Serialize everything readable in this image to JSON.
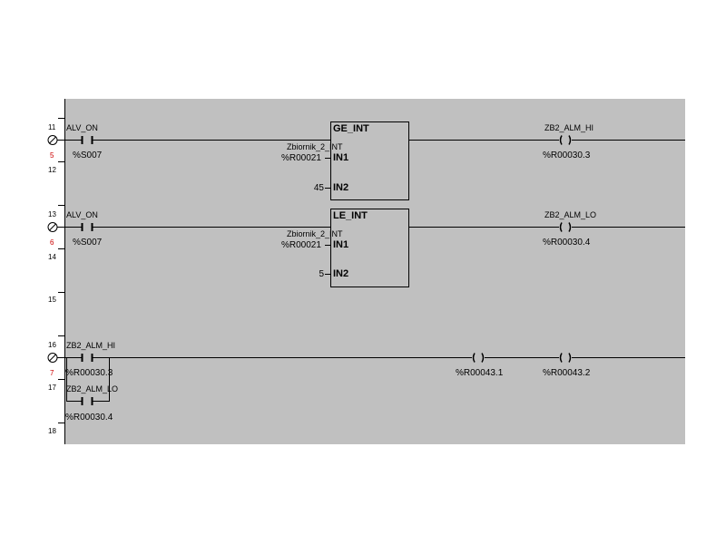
{
  "rungs": [
    {
      "rung_number": "5",
      "line_numbers": [
        "11",
        "12"
      ],
      "contact": {
        "name": "ALV_ON",
        "address": "%S007"
      },
      "function_block": {
        "name": "GE_INT",
        "in1_var": "Zbiornik_2_INT",
        "in1_addr": "%R00021",
        "in1_label": "IN1",
        "in2_value": "45",
        "in2_label": "IN2"
      },
      "coil": {
        "name": "ZB2_ALM_HI",
        "address": "%R00030.3"
      }
    },
    {
      "rung_number": "6",
      "line_numbers": [
        "13",
        "14"
      ],
      "contact": {
        "name": "ALV_ON",
        "address": "%S007"
      },
      "function_block": {
        "name": "LE_INT",
        "in1_var": "Zbiornik_2_INT",
        "in1_addr": "%R00021",
        "in1_label": "IN1",
        "in2_value": "5",
        "in2_label": "IN2"
      },
      "coil": {
        "name": "ZB2_ALM_LO",
        "address": "%R00030.4"
      }
    },
    {
      "rung_number": "7",
      "line_numbers": [
        "16",
        "17"
      ],
      "contact": {
        "name": "ZB2_ALM_HI",
        "address": "%R00030.3"
      },
      "branch_contact": {
        "name": "ZB2_ALM_LO",
        "address": "%R00030.4"
      },
      "coils": [
        {
          "name": "",
          "address": "%R00043.1"
        },
        {
          "name": "",
          "address": "%R00043.2"
        }
      ]
    }
  ],
  "spare_line_numbers": [
    "15",
    "18"
  ],
  "colors": {
    "workspace": "#c0c0c0",
    "function_block": "#c0c0c0",
    "rung_number": "#cc0000",
    "ink": "#000000"
  },
  "icons": [
    "rung-marker-icon",
    "normally-open-contact-icon",
    "coil-icon",
    "function-block-icon"
  ]
}
